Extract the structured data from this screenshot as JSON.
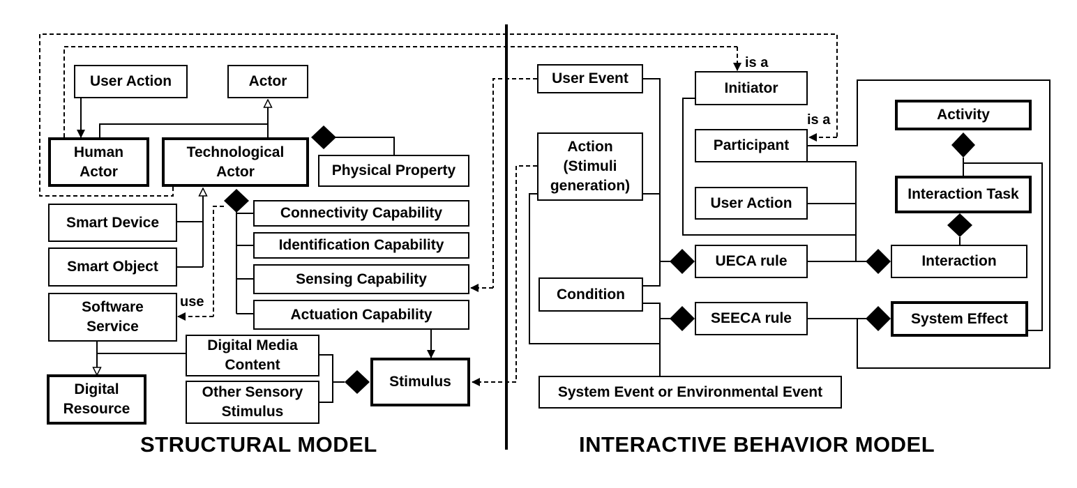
{
  "structural": {
    "title": "STRUCTURAL MODEL",
    "user_action": "User Action",
    "actor": "Actor",
    "human_actor": "Human\nActor",
    "technological_actor": "Technological\nActor",
    "physical_property": "Physical Property",
    "smart_device": "Smart Device",
    "smart_object": "Smart Object",
    "software_service": "Software\nService",
    "use_label": "use",
    "connectivity": "Connectivity Capability",
    "identification": "Identification Capability",
    "sensing": "Sensing Capability",
    "actuation": "Actuation Capability",
    "digital_media": "Digital Media\nContent",
    "other_sensory": "Other Sensory\nStimulus",
    "stimulus": "Stimulus",
    "digital_resource": "Digital\nResource"
  },
  "interactive": {
    "title": "INTERACTIVE BEHAVIOR MODEL",
    "user_event": "User Event",
    "action_stimuli": "Action\n(Stimuli\ngeneration)",
    "condition": "Condition",
    "system_event": "System Event or Environmental Event",
    "initiator": "Initiator",
    "participant": "Participant",
    "user_action": "User Action",
    "ueca_rule": "UECA rule",
    "seeca_rule": "SEECA rule",
    "activity": "Activity",
    "interaction_task": "Interaction Task",
    "interaction": "Interaction",
    "system_effect": "System Effect",
    "is_a_1": "is a",
    "is_a_2": "is a"
  }
}
